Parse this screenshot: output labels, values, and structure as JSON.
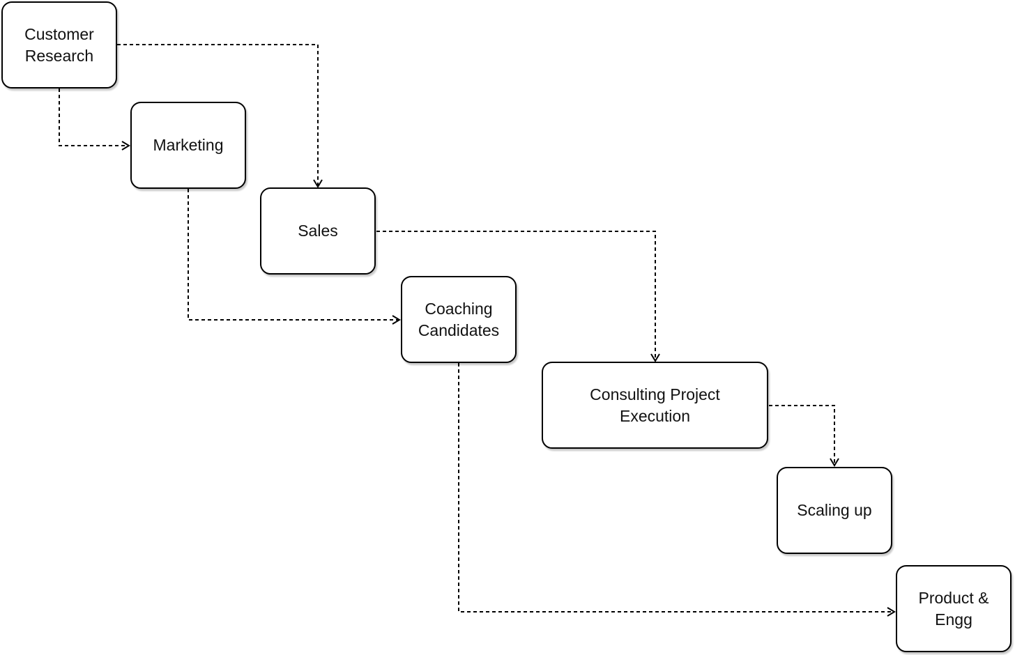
{
  "diagram": {
    "nodes": {
      "customer_research": "Customer\nResearch",
      "marketing": "Marketing",
      "sales": "Sales",
      "coaching_candidates": "Coaching\nCandidates",
      "consulting_project_execution": "Consulting Project\nExecution",
      "scaling_up": "Scaling up",
      "product_engg": "Product &\nEngg"
    },
    "edges": [
      {
        "from": "Customer Research",
        "to": "Marketing"
      },
      {
        "from": "Customer Research",
        "to": "Sales"
      },
      {
        "from": "Marketing",
        "to": "Coaching Candidates"
      },
      {
        "from": "Sales",
        "to": "Consulting Project Execution"
      },
      {
        "from": "Consulting Project Execution",
        "to": "Scaling up"
      },
      {
        "from": "Coaching Candidates",
        "to": "Product & Engg"
      }
    ],
    "line_style": "dashed",
    "line_color": "#000000",
    "node_border_color": "#000000",
    "node_fill_color": "#ffffff"
  }
}
